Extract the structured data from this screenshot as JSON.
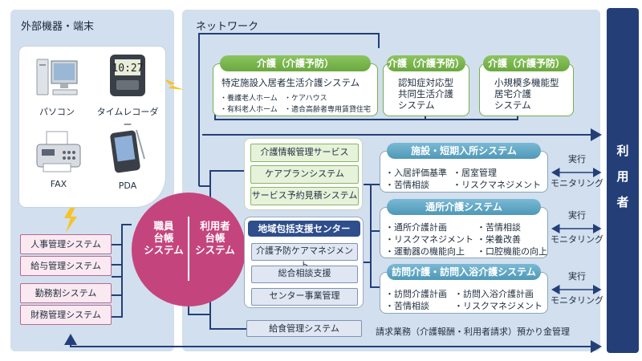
{
  "left_panel": {
    "title": "外部機器・端末",
    "devices": [
      {
        "icon": "computer-icon",
        "label": "パソコン"
      },
      {
        "icon": "clock-icon",
        "label": "タイムレコーダー"
      },
      {
        "icon": "fax-icon",
        "label": "FAX"
      },
      {
        "icon": "pda-icon",
        "label": "PDA"
      }
    ],
    "clock_display": "10:27",
    "systems": [
      "人事管理システム",
      "給与管理システム",
      "勤務割システム",
      "財務管理システム"
    ]
  },
  "network": {
    "title": "ネットワーク",
    "care_boxes": [
      {
        "header": "介護（介護予防）",
        "title": "特定施設入居者生活介護システム",
        "items": [
          "・養護老人ホーム",
          "・ケアハウス",
          "・有料老人ホーム",
          "・適合高齢者専用賃貸住宅"
        ]
      },
      {
        "header": "介護（介護予防）",
        "lines": [
          "認知症対応型",
          "共同生活介護",
          "システム"
        ]
      },
      {
        "header": "介護（介護予防）",
        "lines": [
          "小規模多機能型",
          "居宅介護",
          "システム"
        ]
      }
    ],
    "green_list": [
      "介護情報管理サービス",
      "ケアプランシステム",
      "サービス予約見積システム"
    ],
    "center_box": {
      "header": "地域包括支援センター",
      "items": [
        "介護予防ケアマネジメント",
        "総合相談支援",
        "センター事業管理"
      ]
    },
    "kyushoku": "給食管理システム",
    "circle": {
      "left": [
        "職員",
        "台帳",
        "システム"
      ],
      "right": [
        "利用者",
        "台帳",
        "システム"
      ]
    },
    "services": [
      {
        "header": "施設・短期入所システム",
        "items": [
          "・入居評価基準",
          "・居室管理",
          "・苦情相談",
          "・リスクマネジメント"
        ]
      },
      {
        "header": "通所介護システム",
        "items": [
          "・通所介護計画",
          "・苦情相談",
          "・リスクマネジメント",
          "・栄養改善",
          "・運動器の機能向上",
          "・口腔機能の向上"
        ]
      },
      {
        "header": "訪問介護・訪問入浴介護システム",
        "items": [
          "・訪問介護計画",
          "・訪問入浴介護計画",
          "・苦情相談",
          "・リスクマネジメント"
        ]
      }
    ],
    "exec_label": "実行",
    "monitor_label": "モニタリング",
    "bottom_note": "請求業務（介護報酬・利用者請求）預かり金管理"
  },
  "user_panel": {
    "chars": [
      "利",
      "用",
      "者"
    ]
  },
  "colors": {
    "panel_bg": "#d2dfee",
    "user_panel": "#243f78",
    "circle": "#c4457d",
    "green_header": "#76b04a",
    "teal_header": "#5aa2c0",
    "navy_header": "#2e4e8c",
    "pink_box": "#fbe9f1",
    "line": "#243f78"
  }
}
